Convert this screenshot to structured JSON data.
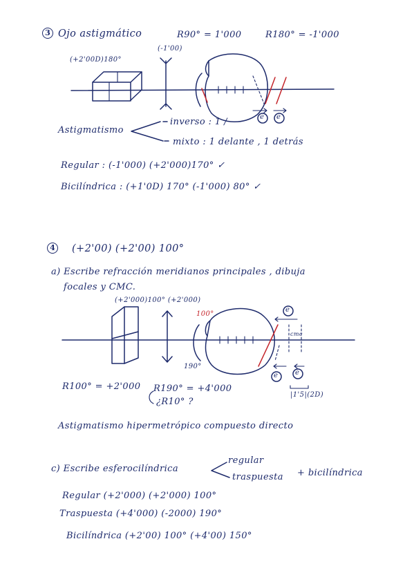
{
  "ex3": {
    "number": "3",
    "title": "Ojo astigmático",
    "meridian_1": "R90° = 1'000",
    "meridian_2": "R180° = -1'000",
    "lens_minus_label": "(-1'00)",
    "lens_cyl_label": "(+2'00D)180°",
    "focal_back": "e",
    "focal_front": "e",
    "astig_label": "Astigmatismo",
    "branch_1": "inverso : 1 / ",
    "branch_2": "mixto : 1 delante , 1 detrás",
    "regular": "Regular :  (-1'000) (+2'000)170° ✓",
    "bicilindrica": "Bicilíndrica :  (+1'0D) 170°  (-1'000) 80° ✓"
  },
  "ex4": {
    "number": "4",
    "formula": "(+2'00) (+2'00) 100°",
    "part_a_line1": "a) Escribe refracción meridianos principales , dibuja",
    "part_a_line2": "focales y CMC.",
    "lens_labels": "(+2'000)100° (+2'000)",
    "axis_100": "100°",
    "axis_190": "190°",
    "cmc_label": "cmc",
    "focal_top": "e",
    "focal_bottom_1": "e",
    "focal_bottom_2": "e",
    "interval": "|1'5|(2D)",
    "r100": "R100° = +2'000",
    "r190": "R190° = +4'000",
    "r10_question": "¿R10° ?",
    "classification": "Astigmatismo hipermetrópico compuesto directo",
    "part_c": "c) Escribe esferocilíndrica",
    "brace_1": "regular",
    "brace_2": "traspuesta",
    "plus_bicil": "+ bicilíndrica",
    "regular": "Regular    (+2'000) (+2'000) 100°",
    "traspuesta": "Traspuesta  (+4'000) (-2000) 190°",
    "bicilindrica": "Bicilíndrica   (+2'00) 100° (+4'00) 150°"
  },
  "colors": {
    "ink": "#1d2a6b",
    "red": "#c4242a",
    "paper": "#ffffff"
  }
}
